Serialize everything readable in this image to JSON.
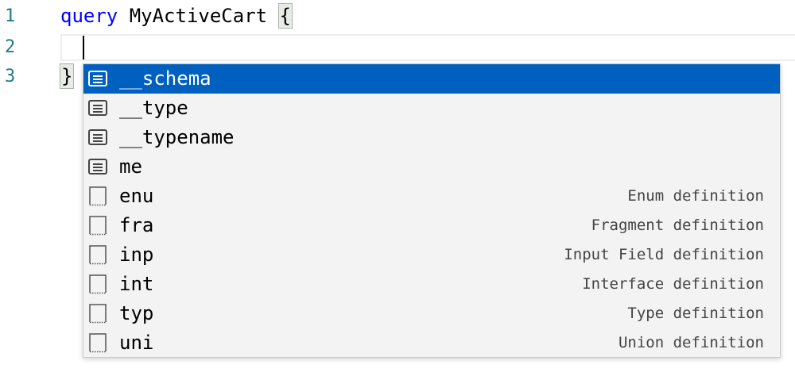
{
  "editor": {
    "lines": [
      {
        "number": "1",
        "keyword": "query",
        "name": " MyActiveCart ",
        "bracket": "{"
      },
      {
        "number": "2"
      },
      {
        "number": "3",
        "bracket": "}"
      }
    ]
  },
  "suggestions": {
    "selected_index": 0,
    "items": [
      {
        "label": "__schema",
        "detail": "",
        "icon": "field-icon"
      },
      {
        "label": "__type",
        "detail": "",
        "icon": "field-icon"
      },
      {
        "label": "__typename",
        "detail": "",
        "icon": "field-icon"
      },
      {
        "label": "me",
        "detail": "",
        "icon": "field-icon"
      },
      {
        "label": "enu",
        "detail": "Enum definition",
        "icon": "snippet-icon"
      },
      {
        "label": "fra",
        "detail": "Fragment definition",
        "icon": "snippet-icon"
      },
      {
        "label": "inp",
        "detail": "Input Field definition",
        "icon": "snippet-icon"
      },
      {
        "label": "int",
        "detail": "Interface definition",
        "icon": "snippet-icon"
      },
      {
        "label": "typ",
        "detail": "Type definition",
        "icon": "snippet-icon"
      },
      {
        "label": "uni",
        "detail": "Union definition",
        "icon": "snippet-icon"
      }
    ]
  },
  "colors": {
    "line_number": "#237893",
    "keyword": "#0000ff",
    "selection": "#0060c0",
    "widget_bg": "#f3f3f3"
  }
}
